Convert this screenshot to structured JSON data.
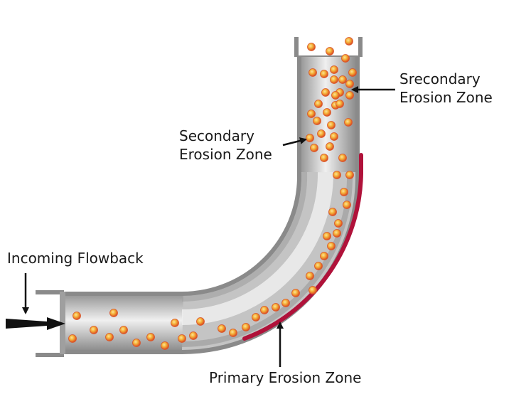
{
  "labels": {
    "top_right_line1": "Srecondary",
    "top_right_line2": "Erosion Zone",
    "inner_line1": "Secondary",
    "inner_line2": "Erosion Zone",
    "incoming": "Incoming Flowback",
    "primary": "Primary Erosion Zone"
  },
  "colors": {
    "pipe_wall": "#8a8a8a",
    "pipe_body": "#b9b9b9",
    "pipe_highlight": "#f2f2f2",
    "erosion": "#b0123a",
    "particle_core": "#f7c33a",
    "particle_rim": "#e0572a",
    "arrow": "#111111"
  }
}
